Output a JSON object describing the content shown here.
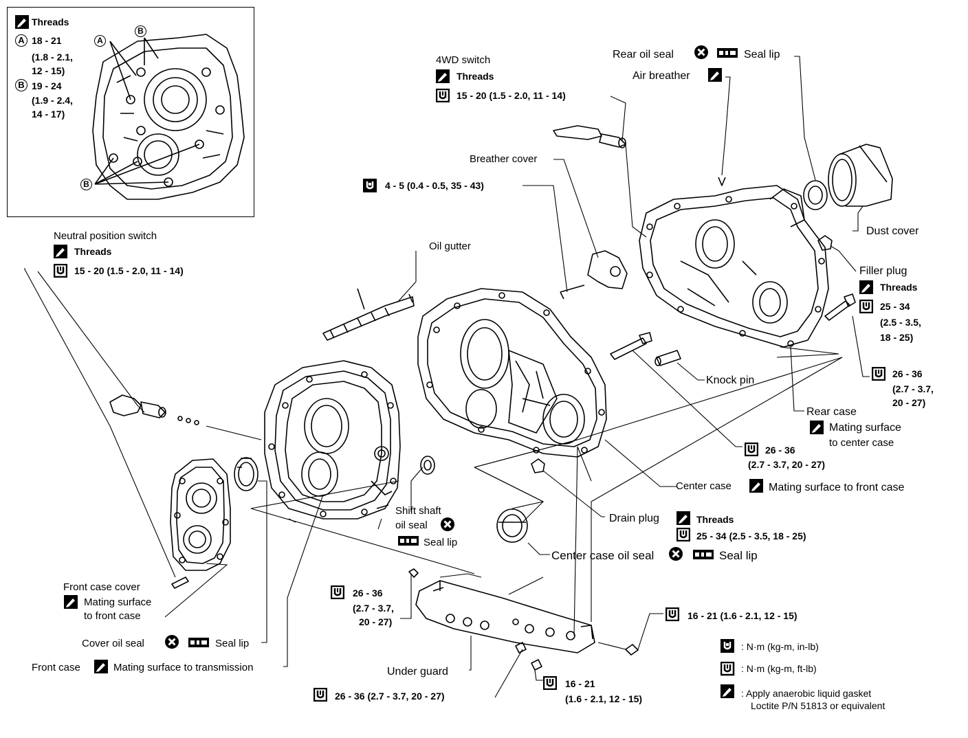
{
  "inset": {
    "title": "Threads",
    "a_label": "A",
    "a_line1": "18 - 21",
    "a_line2": "(1.8 - 2.1,",
    "a_line3": "12 - 15)",
    "b_label": "B",
    "b_line1": "19 - 24",
    "b_line2": "(1.9 - 2.4,",
    "b_line3": "14 - 17)",
    "callout_a": "A",
    "callout_b1": "B",
    "callout_b2": "B"
  },
  "labels": {
    "neutral_switch": "Neutral position switch",
    "neutral_threads": "Threads",
    "neutral_torque": "15 - 20 (1.5 - 2.0, 11 - 14)",
    "fourwd_switch": "4WD switch",
    "fourwd_threads": "Threads",
    "fourwd_torque": "15 - 20 (1.5 - 2.0, 11 - 14)",
    "breather_cover": "Breather cover",
    "breather_torque": "4 - 5 (0.4 - 0.5, 35 - 43)",
    "oil_gutter": "Oil gutter",
    "rear_oil_seal": "Rear oil seal",
    "rear_oil_seal_lip": "Seal lip",
    "air_breather": "Air breather",
    "dust_cover": "Dust cover",
    "filler_plug": "Filler plug",
    "filler_threads": "Threads",
    "filler_torque1": "25 - 34",
    "filler_torque2": "(2.5 - 3.5,",
    "filler_torque3": "18 - 25)",
    "rear_bolt_torque1": "26 - 36",
    "rear_bolt_torque2": "(2.7 - 3.7,",
    "rear_bolt_torque3": "20 - 27)",
    "knock_pin": "Knock pin",
    "rear_case": "Rear case",
    "rear_case_mating1": "Mating surface",
    "rear_case_mating2": "to center case",
    "center_bolt_torque1": "26 - 36",
    "center_bolt_torque2": "(2.7 - 3.7, 20 - 27)",
    "center_case": "Center case",
    "center_case_mating": "Mating surface to front case",
    "drain_plug": "Drain plug",
    "drain_threads": "Threads",
    "drain_torque": "25 - 34 (2.5 - 3.5, 18 - 25)",
    "center_oil_seal": "Center case oil seal",
    "center_oil_seal_lip": "Seal lip",
    "shift_shaft1": "Shift shaft",
    "shift_shaft2": "oil seal",
    "shift_seal_lip": "Seal lip",
    "front_case_cover": "Front case cover",
    "front_cover_mating1": "Mating surface",
    "front_cover_mating2": "to front case",
    "cover_oil_seal": "Cover oil seal",
    "cover_seal_lip": "Seal lip",
    "front_case": "Front case",
    "front_case_mating": "Mating surface to transmission",
    "guard_torque1": "26 - 36",
    "guard_torque2": "(2.7 - 3.7,",
    "guard_torque3": "20 - 27)",
    "under_guard": "Under guard",
    "bottom_torque": "26 - 36 (2.7 - 3.7, 20 - 27)",
    "right_torque": "16 - 21 (1.6 - 2.1, 12 - 15)",
    "lower_torque1": "16 - 21",
    "lower_torque2": "(1.6 - 2.1, 12 - 15)"
  },
  "legend": {
    "nm_kgm_inlb": ": N·m (kg-m, in-lb)",
    "nm_kgm_ftlb": ": N·m (kg-m, ft-lb)",
    "gasket1": ": Apply anaerobic liquid gasket",
    "gasket2": "Loctite P/N 51813 or equivalent"
  },
  "icons": [
    "thread-sealant-icon",
    "torque-wrench-icon",
    "torque-wrench-small-icon",
    "replace-part-icon",
    "grease-icon"
  ]
}
